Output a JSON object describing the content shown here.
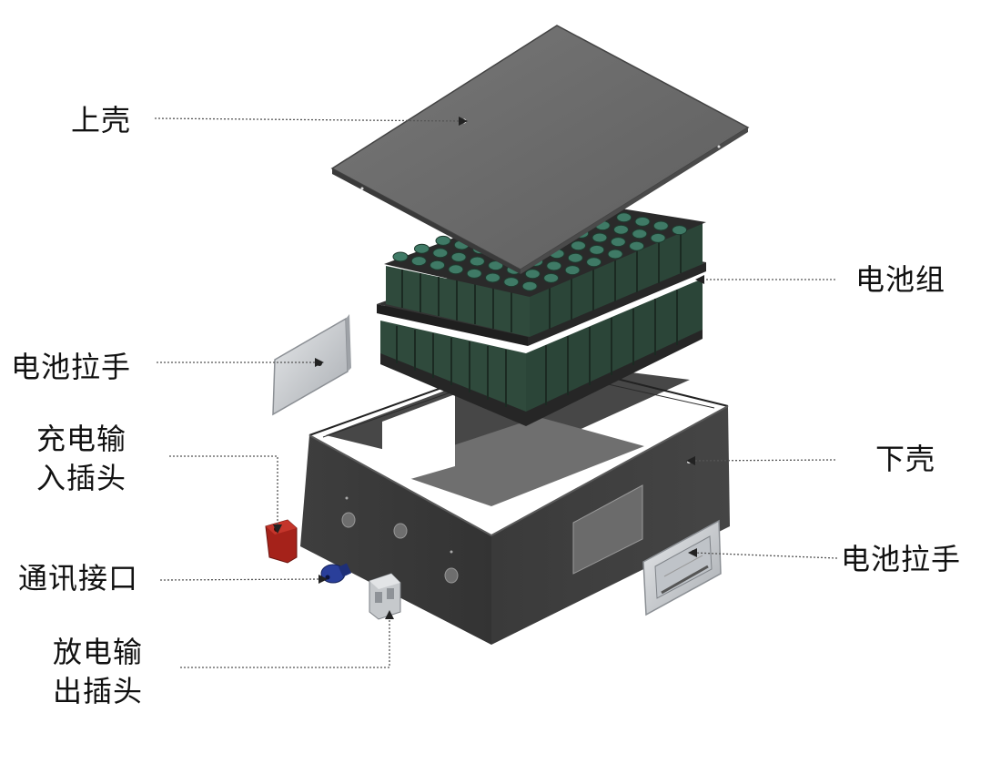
{
  "labels": {
    "top_shell": "上壳",
    "battery_pack": "电池组",
    "handle_left": "电池拉手",
    "charge_plug_line1": "充电输",
    "charge_plug_line2": "入插头",
    "lower_shell": "下壳",
    "comm_port": "通讯接口",
    "handle_right": "电池拉手",
    "discharge_plug_line1": "放电输",
    "discharge_plug_line2": "出插头"
  },
  "colors": {
    "lid": "#6a6a6a",
    "box_dark": "#3b3b3b",
    "cell_body": "#2f4a3c",
    "cell_top": "#3f7a66",
    "charge_plug": "#a5221a",
    "comm_port": "#2a3f9a",
    "handle": "#cfd2d6",
    "leader_line": "#555555"
  }
}
